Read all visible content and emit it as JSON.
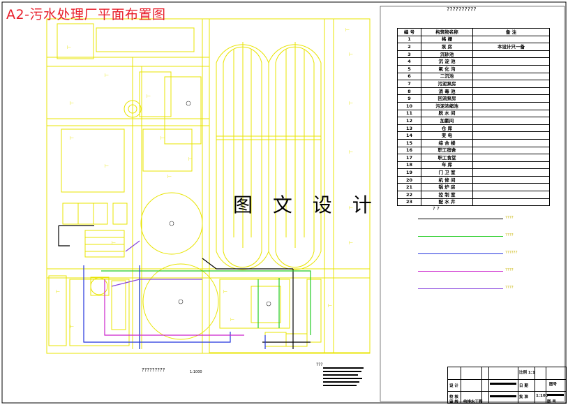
{
  "title": "A2-污水处理厂平面布置图",
  "watermark": "图 文 设 计",
  "table_title": "??????????",
  "table_headers": [
    "编 号",
    "构筑物名称",
    "备 注"
  ],
  "table_rows": [
    [
      "1",
      "格 栅",
      ""
    ],
    [
      "2",
      "泵 房",
      "本设计只一备"
    ],
    [
      "3",
      "沉砂池",
      ""
    ],
    [
      "4",
      "沉 淀 池",
      ""
    ],
    [
      "5",
      "氧 化 沟",
      ""
    ],
    [
      "6",
      "二沉池",
      ""
    ],
    [
      "7",
      "污泥泵房",
      ""
    ],
    [
      "8",
      "消 毒 池",
      ""
    ],
    [
      "9",
      "回流泵房",
      ""
    ],
    [
      "10",
      "污泥浓缩池",
      ""
    ],
    [
      "11",
      "脱 水 间",
      ""
    ],
    [
      "12",
      "加氯间",
      ""
    ],
    [
      "13",
      "仓 库",
      ""
    ],
    [
      "14",
      "变 电",
      ""
    ],
    [
      "15",
      "综 合 楼",
      ""
    ],
    [
      "16",
      "职工宿舍",
      ""
    ],
    [
      "17",
      "职工食堂",
      ""
    ],
    [
      "18",
      "车 库",
      ""
    ],
    [
      "19",
      "门 卫 室",
      ""
    ],
    [
      "20",
      "机 修 间",
      ""
    ],
    [
      "21",
      "锅 炉 房",
      ""
    ],
    [
      "22",
      "控 制 室",
      ""
    ],
    [
      "23",
      "配 水 井",
      ""
    ]
  ],
  "legend_title": "? ?",
  "legend": [
    {
      "label": "????",
      "color": "#000000"
    },
    {
      "label": "????",
      "color": "#22cc22"
    },
    {
      "label": "??????",
      "color": "#2233dd"
    },
    {
      "label": "????",
      "color": "#cc22cc"
    },
    {
      "label": "????",
      "color": "#8844dd"
    }
  ],
  "plan_caption": "?????????",
  "plan_scale": "1:1000",
  "notes_label": "???",
  "title_block": {
    "r1c1": "设 计",
    "r2c1": "校 核",
    "r3c1": "审 核",
    "r3c2": "给排水工程",
    "right_top": "比例 1:1",
    "right_mid": "图号",
    "scale": "1:100",
    "cell_a": "批 准",
    "cell_b": "日 期",
    "cell_c": "图 号"
  },
  "colors": {
    "title": "#e8202c",
    "plan_lines": "#e8e400",
    "pipe_black": "#000000",
    "pipe_green": "#22cc22",
    "pipe_blue": "#2233dd",
    "pipe_magenta": "#cc22cc",
    "pipe_purple": "#8844dd",
    "legend_label": "#c8b400"
  }
}
